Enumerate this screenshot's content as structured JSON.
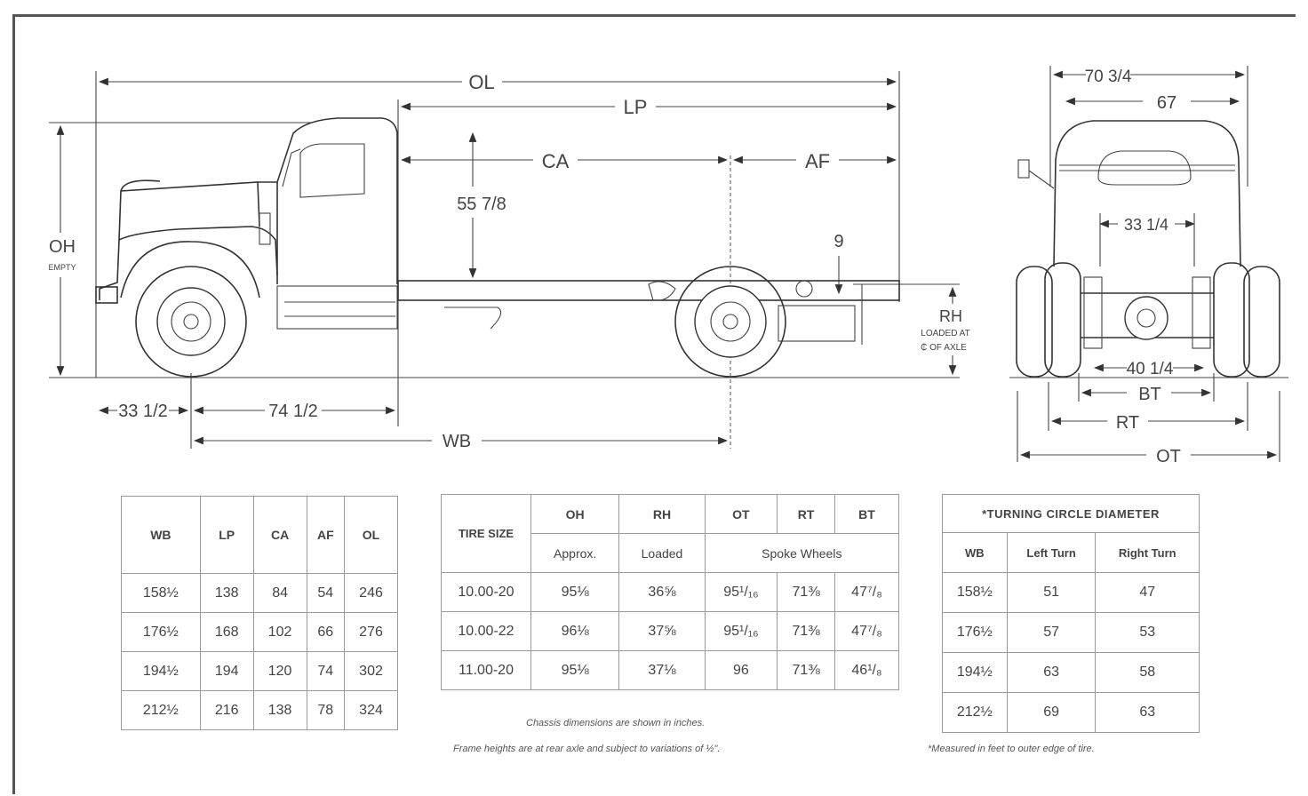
{
  "labels": {
    "ol": "OL",
    "lp": "LP",
    "ca": "CA",
    "af": "AF",
    "h55": "55 7/8",
    "oh": "OH",
    "empty": "EMPTY",
    "nine": "9",
    "rh": "RH",
    "loaded_at": "LOADED AT",
    "axle": "₵ OF AXLE",
    "d33": "33 1/2",
    "d74": "74 1/2",
    "wb": "WB",
    "d70": "70 3/4",
    "d67": "67",
    "d33b": "33 1/4",
    "d40": "40 1/4",
    "bt": "BT",
    "rt": "RT",
    "ot": "OT"
  },
  "table1": {
    "headers": [
      "WB",
      "LP",
      "CA",
      "AF",
      "OL"
    ],
    "rows": [
      [
        "158½",
        "138",
        "84",
        "54",
        "246"
      ],
      [
        "176½",
        "168",
        "102",
        "66",
        "276"
      ],
      [
        "194½",
        "194",
        "120",
        "74",
        "302"
      ],
      [
        "212½",
        "216",
        "138",
        "78",
        "324"
      ]
    ]
  },
  "table2": {
    "tire_header": "TIRE SIZE",
    "headers": [
      "OH",
      "RH",
      "OT",
      "RT",
      "BT"
    ],
    "sub_oh": "Approx.",
    "sub_rh": "Loaded",
    "sub_wheels": "Spoke Wheels",
    "rows": [
      [
        "10.00-20",
        "95⅛",
        "36⅝",
        "95¹/₁₆",
        "71⅜",
        "47⁷/₈"
      ],
      [
        "10.00-22",
        "96⅛",
        "37⅝",
        "95¹/₁₆",
        "71⅜",
        "47⁷/₈"
      ],
      [
        "11.00-20",
        "95⅛",
        "37⅛",
        "96",
        "71⅜",
        "46¹/₈"
      ]
    ],
    "note1": "Chassis dimensions are shown in inches.",
    "note2": "Frame heights are at rear axle and subject to variations of ½\"."
  },
  "table3": {
    "caption": "*TURNING CIRCLE DIAMETER",
    "headers": [
      "WB",
      "Left Turn",
      "Right Turn"
    ],
    "rows": [
      [
        "158½",
        "51",
        "47"
      ],
      [
        "176½",
        "57",
        "53"
      ],
      [
        "194½",
        "63",
        "58"
      ],
      [
        "212½",
        "69",
        "63"
      ]
    ],
    "note": "*Measured in feet to outer edge of tire."
  }
}
